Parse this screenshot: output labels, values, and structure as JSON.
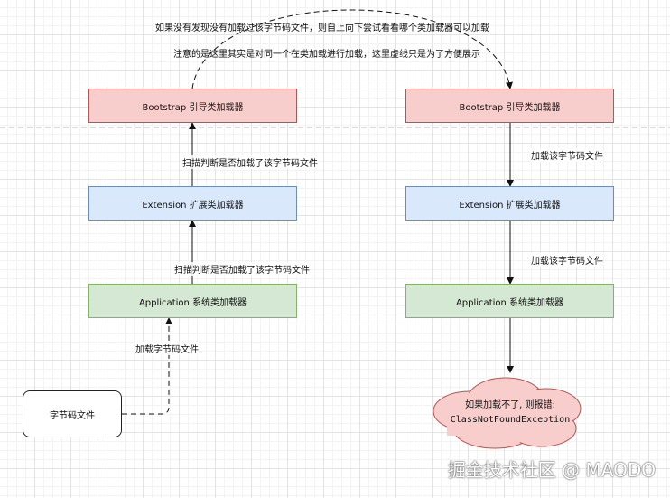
{
  "notes": {
    "top_line1": "如果没有发现没有加载过该字节码文件，则自上向下尝试看看哪个类加载器可以加载",
    "top_line2": "注意的是这里其实是对同一个在类加载进行加载，这里虚线只是为了方便展示"
  },
  "left": {
    "bootstrap": "Bootstrap 引导类加载器",
    "extension": "Extension 扩展类加载器",
    "application": "Application 系统类加载器",
    "bytecode": "字节码文件",
    "scan1": "扫描判断是否加载了该字节码文件",
    "scan2": "扫描判断是否加载了该字节码文件",
    "load_label": "加载字节码文件"
  },
  "right": {
    "bootstrap": "Bootstrap 引导类加载器",
    "extension": "Extension 扩展类加载器",
    "application": "Application 系统类加载器",
    "load1": "加载该字节码文件",
    "load2": "加载该字节码文件",
    "error_line1": "如果加载不了, 则报错:",
    "error_line2": "ClassNotFoundException"
  },
  "watermark": "掘金技术社区 @ MAODO"
}
